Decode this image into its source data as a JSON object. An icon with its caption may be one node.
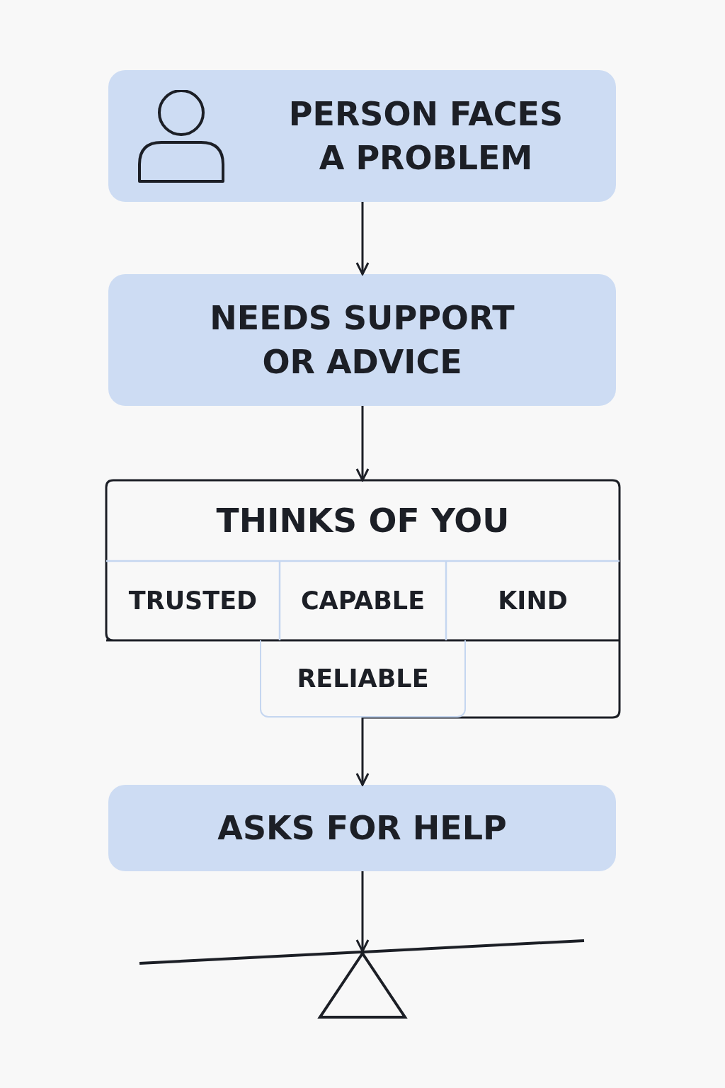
{
  "diagram": {
    "nodes": [
      {
        "text": [
          "PERSON FACES A PROBLEM"
        ]
      },
      {
        "text": [
          "NEEDS SUPPORT OR ADVICE"
        ]
      },
      {
        "text": [
          "THINKS OF YOU"
        ]
      },
      {
        "text": [
          "TRUSTED"
        ],
        "in": 2
      },
      {
        "text": [
          "CAPABLE"
        ],
        "in": 2
      },
      {
        "text": [
          "KIND"
        ],
        "in": 2
      },
      {
        "text": [
          "RELIABLE"
        ],
        "in": 2
      },
      {
        "text": [
          "ASKS FOR HELP"
        ]
      },
      {
        "text": [],
        "shape": "balance"
      }
    ],
    "edges": [
      {
        "from": 0,
        "to": 1,
        "arrow": "to"
      },
      {
        "from": 1,
        "to": 2,
        "arrow": "to"
      },
      {
        "from": 2,
        "to": 7,
        "arrow": "to"
      },
      {
        "from": 7,
        "to": 8,
        "arrow": "to"
      }
    ]
  }
}
